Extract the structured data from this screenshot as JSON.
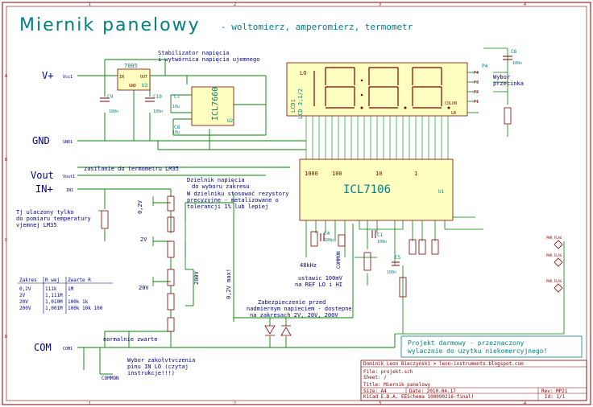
{
  "title": {
    "main": "Miernik panelowy",
    "sub": "- woltomierz, amperomierz, termometr"
  },
  "ports": {
    "vplus": "V+",
    "gnd": "GND",
    "vout": "Vout",
    "inplus": "IN+",
    "com": "COM",
    "vcc_pin": "Vcc1",
    "gnd_pin": "GND1",
    "vout_pin": "Vout1",
    "in_pin": "IN1",
    "com_pin": "COM1"
  },
  "notes": {
    "stabilizer": [
      "Stabilizator napięcia",
      "i wytwórnica napięcia ujemnego"
    ],
    "lm35_supply": "zasilanie do termometru LM35",
    "divider": [
      "Dzielnik napięcia",
      "do wyboru zakresu",
      "W dzielniku stosować rezystory",
      "precyzyjne - metalizowane o",
      "tolerancji 1% lub lepiej"
    ],
    "lm35_only": [
      "Tj ulaczony tylko",
      "do pomiaru temperatury",
      "vjemnej LM35"
    ],
    "normal_short": "normalnie zwarte",
    "selector_pins": [
      "Wybor zakołvtvczenia",
      "pinu IN LO (czytaj",
      "instrukcje!!!)"
    ],
    "protection": [
      "Zabezpieczenie przed",
      "nadmiernym napieciem - dostepne",
      "na zakresach 2V, 20V, 200V"
    ],
    "ref": [
      "ustawic 100mV",
      "na REF LO i HI"
    ],
    "osc": "48kHz",
    "max_v": "0,2V max!",
    "decimal_point": "Wybor przecinka",
    "common_lbl": "COMMON",
    "common_lbl2": "COMMON"
  },
  "range_table": {
    "headers": [
      "Zakres",
      "R wej",
      "Zwarte R"
    ],
    "rows": [
      [
        "0,2V",
        "111k",
        "1M"
      ],
      [
        "2V",
        "1,111M",
        "-"
      ],
      [
        "20V",
        "1,010M",
        "100k 1k"
      ],
      [
        "200V",
        "1,001M",
        "100k 10k 100"
      ]
    ]
  },
  "components": {
    "reg": "7805",
    "reg_ref": "U3",
    "reg_in": "IN",
    "reg_out": "OUT",
    "reg_gnd": "GND",
    "icl7660": "ICL7660",
    "icl7660_ref": "U2",
    "icl7106": "ICL7106",
    "icl7106_ref": "U1",
    "lcd": "LCD1",
    "lcd_model": "LCD 3,1/2",
    "lcd_lo": "LO",
    "digit_labels": [
      "1000",
      "100",
      "10",
      "1"
    ],
    "caps": [
      "C9",
      "C10",
      "C7",
      "C8",
      "C6",
      "C4",
      "C1",
      "C5"
    ],
    "cap_vals": [
      "100n",
      "100n",
      "10u",
      "10u",
      "100n",
      "100p",
      "100n",
      "100n"
    ],
    "v_ranges": [
      "0,2V",
      "2V",
      "20V",
      "200V"
    ],
    "pins_ports": [
      "P4",
      "P3",
      "P2",
      "P1",
      "COLON",
      "LB"
    ],
    "pwr_flags": [
      "PWR_FLAG",
      "PWR_FLAG",
      "PWR_FLAG"
    ]
  },
  "banner": {
    "line1": "Projekt darmowy - przeznaczony",
    "line2": "wylacznie do uzytku niekomercyjnego!"
  },
  "titleblock": {
    "author": "Dominik Leon Bieczyński  >  leon-instruments.blogspot.com",
    "file": "File: projekt.sch",
    "sheet": "Sheet: /",
    "title": "Title: Miernik panelowy",
    "size": "Size: A4",
    "date": "Date: 2010.04.17",
    "rev": "Rev: MP21",
    "kicad": "KiCad E.D.A.  EESchema 100090216-final)",
    "id": "Id: 1/1"
  },
  "colors": {
    "wire": "#008000",
    "part": "#800000",
    "text": "#000080",
    "banner": "#008080",
    "title": "#008080",
    "frame": "#800000"
  }
}
